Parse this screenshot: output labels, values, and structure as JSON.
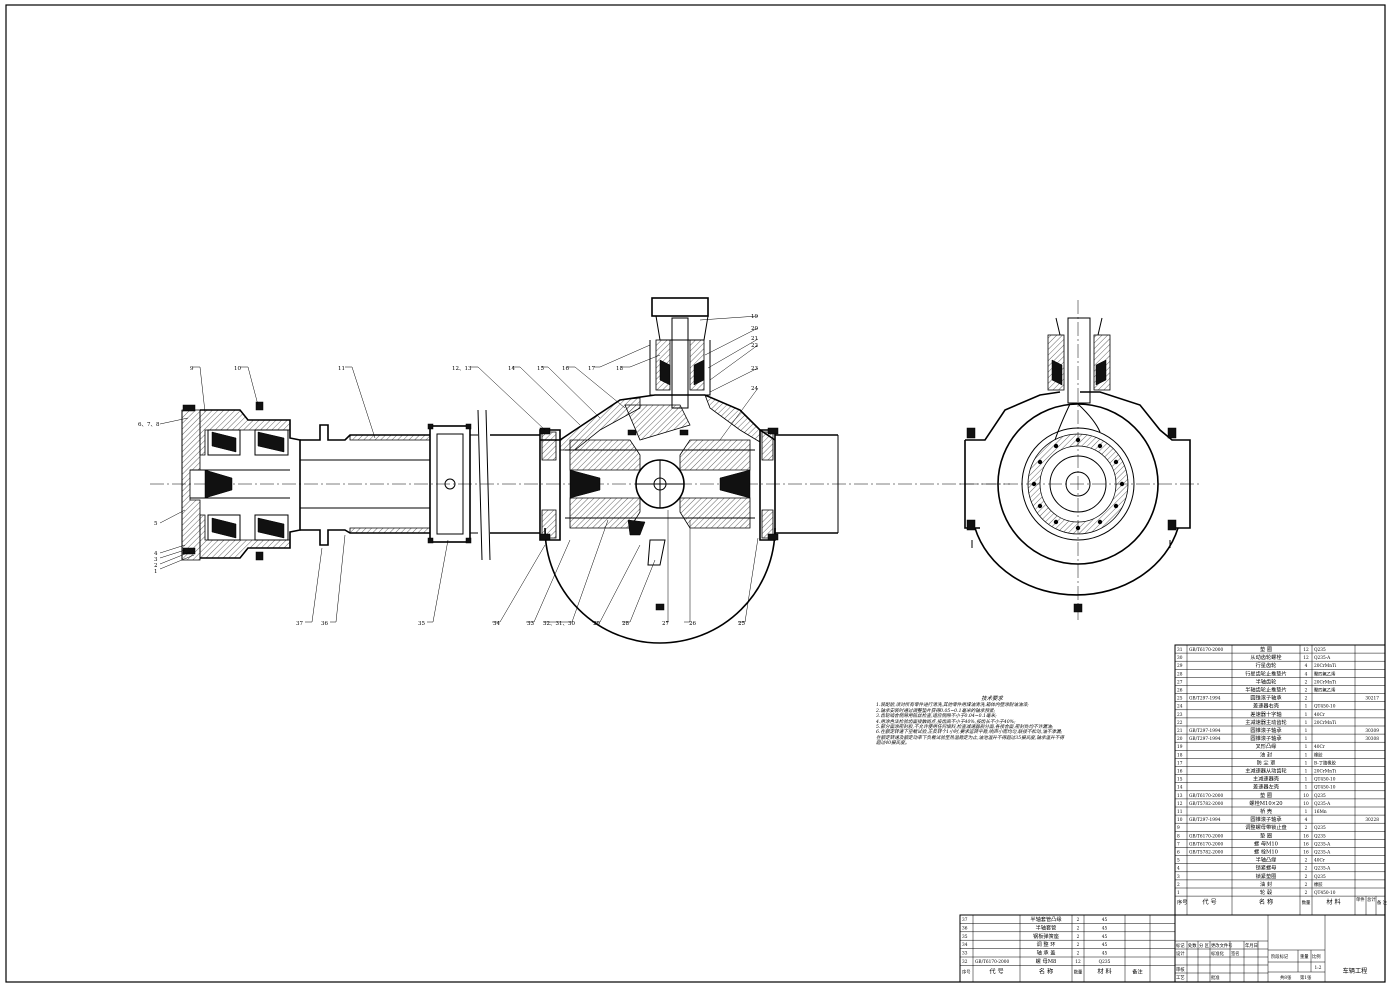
{
  "drawing": {
    "tech_title": "技术要求",
    "tech_lines": [
      "1.装配前,须对所有零件进行清洗,其他零件用煤油清洗,箱体内壁涂耐油油漆;",
      "2.轴承安装时通过调整垫片获得0.05~0.1毫米的轴承预紧;",
      "3.齿轮啮合侧隙用铅丝检查,适应侧隙不小于0.04~0.1毫米;",
      "4.用涂色法检验齿面接触斑点,按齿高不小于40%,按齿长不小于40%;",
      "5.部分面涂密封胶,不允许使用任何填料,检查减速器剖分面,各接合面,密封处均不许漏油;",
      "6.在额定转速下空载试验,正反转个1小时,要求运转平稳,响声小而均匀,联接不松动,油不渗漏;",
      "在额定转速及额定动率下负载试验至热温稳定为止,油池温升不得超过35摄氏度,轴承温升不得",
      "超过40摄氏度。"
    ],
    "balloons_left": [
      "6、7、8",
      "9",
      "10",
      "11",
      "5",
      "4",
      "3",
      "2",
      "1",
      "37",
      "36",
      "35"
    ],
    "balloons_center": [
      "12、13",
      "14",
      "15",
      "16",
      "17",
      "18",
      "19",
      "20",
      "21",
      "22",
      "23",
      "24",
      "34",
      "33",
      "32、31、30",
      "29",
      "28",
      "27",
      "26",
      "25"
    ],
    "bom_parts": [
      {
        "no": "31",
        "code": "GB/T6170-2000",
        "name": "垫 圈",
        "qty": "12",
        "mat": "Q235",
        "note": ""
      },
      {
        "no": "30",
        "code": "",
        "name": "从动齿轮螺栓",
        "qty": "12",
        "mat": "Q235-A",
        "note": ""
      },
      {
        "no": "29",
        "code": "",
        "name": "行星齿轮",
        "qty": "4",
        "mat": "20CrMnTi",
        "note": ""
      },
      {
        "no": "28",
        "code": "",
        "name": "行星齿轮止推垫片",
        "qty": "4",
        "mat": "聚四氟乙烯",
        "note": ""
      },
      {
        "no": "27",
        "code": "",
        "name": "半轴齿轮",
        "qty": "2",
        "mat": "20CrMnTi",
        "note": ""
      },
      {
        "no": "26",
        "code": "",
        "name": "半轴齿轮止推垫片",
        "qty": "2",
        "mat": "聚四氟乙烯",
        "note": ""
      },
      {
        "no": "25",
        "code": "GB/T297-1994",
        "name": "圆锥滚子轴承",
        "qty": "2",
        "mat": "",
        "note": "30217"
      },
      {
        "no": "24",
        "code": "",
        "name": "差速器右壳",
        "qty": "1",
        "mat": "QT450-10",
        "note": ""
      },
      {
        "no": "23",
        "code": "",
        "name": "差速器十字轴",
        "qty": "1",
        "mat": "40Cr",
        "note": ""
      },
      {
        "no": "22",
        "code": "",
        "name": "主减速器主动齿轮",
        "qty": "1",
        "mat": "20CrMnTi",
        "note": ""
      },
      {
        "no": "21",
        "code": "GB/T297-1994",
        "name": "圆锥滚子轴承",
        "qty": "1",
        "mat": "",
        "note": "30309"
      },
      {
        "no": "20",
        "code": "GB/T297-1994",
        "name": "圆锥滚子轴承",
        "qty": "1",
        "mat": "",
        "note": "30308"
      },
      {
        "no": "19",
        "code": "",
        "name": "叉形凸缘",
        "qty": "1",
        "mat": "40Cr",
        "note": ""
      },
      {
        "no": "18",
        "code": "",
        "name": "油 封",
        "qty": "1",
        "mat": "橡胶",
        "note": ""
      },
      {
        "no": "17",
        "code": "",
        "name": "防 尘 罩",
        "qty": "1",
        "mat": "B-丁腈橡胶",
        "note": ""
      },
      {
        "no": "16",
        "code": "",
        "name": "主减速器从动齿轮",
        "qty": "1",
        "mat": "20CrMnTi",
        "note": ""
      },
      {
        "no": "15",
        "code": "",
        "name": "主减速器壳",
        "qty": "1",
        "mat": "QT450-10",
        "note": ""
      },
      {
        "no": "14",
        "code": "",
        "name": "差速器左壳",
        "qty": "1",
        "mat": "QT450-10",
        "note": ""
      },
      {
        "no": "13",
        "code": "GB/T6170-2000",
        "name": "垫 圈",
        "qty": "10",
        "mat": "Q235",
        "note": ""
      },
      {
        "no": "12",
        "code": "GB/T5782-2000",
        "name": "螺栓M10×20",
        "qty": "10",
        "mat": "Q235-A",
        "note": ""
      },
      {
        "no": "11",
        "code": "",
        "name": "桥 壳",
        "qty": "1",
        "mat": "16Mn",
        "note": ""
      },
      {
        "no": "10",
        "code": "GB/T297-1994",
        "name": "圆锥滚子轴承",
        "qty": "4",
        "mat": "",
        "note": "30228"
      },
      {
        "no": "9",
        "code": "",
        "name": "调整螺母带锁止盘",
        "qty": "2",
        "mat": "Q235",
        "note": ""
      },
      {
        "no": "8",
        "code": "GB/T6170-2000",
        "name": "垫 圈",
        "qty": "16",
        "mat": "Q235",
        "note": ""
      },
      {
        "no": "7",
        "code": "GB/T6170-2000",
        "name": "螺 母M10",
        "qty": "16",
        "mat": "Q235-A",
        "note": ""
      },
      {
        "no": "6",
        "code": "GB/T5782-2000",
        "name": "螺 栓M10",
        "qty": "16",
        "mat": "Q235-A",
        "note": ""
      },
      {
        "no": "5",
        "code": "",
        "name": "半轴凸缘",
        "qty": "2",
        "mat": "40Cr",
        "note": ""
      },
      {
        "no": "4",
        "code": "",
        "name": "锁紧螺母",
        "qty": "2",
        "mat": "Q235-A",
        "note": ""
      },
      {
        "no": "3",
        "code": "",
        "name": "锁紧垫圈",
        "qty": "2",
        "mat": "Q235",
        "note": ""
      },
      {
        "no": "2",
        "code": "",
        "name": "油 封",
        "qty": "2",
        "mat": "橡胶",
        "note": ""
      },
      {
        "no": "1",
        "code": "",
        "name": "轮 毂",
        "qty": "2",
        "mat": "QT450-10",
        "note": ""
      }
    ],
    "bom_header": {
      "no": "序号",
      "code": "代 号",
      "name": "名 称",
      "qty": "数量",
      "mat": "材 料",
      "unit_w": "单件",
      "total_w": "总计",
      "note": "备 注"
    },
    "bom_lower": [
      {
        "no": "37",
        "code": "",
        "name": "半轴套管凸缘",
        "qty": "2",
        "mat": "45"
      },
      {
        "no": "36",
        "code": "",
        "name": "半轴套管",
        "qty": "2",
        "mat": "45"
      },
      {
        "no": "35",
        "code": "",
        "name": "钢板弹簧座",
        "qty": "2",
        "mat": "45"
      },
      {
        "no": "34",
        "code": "",
        "name": "调 整 环",
        "qty": "2",
        "mat": "45"
      },
      {
        "no": "33",
        "code": "",
        "name": "轴 承 盖",
        "qty": "2",
        "mat": "45"
      },
      {
        "no": "32",
        "code": "GB/T6170-2000",
        "name": "螺 母M8",
        "qty": "12",
        "mat": "Q235"
      }
    ],
    "lower_header": {
      "no": "序号",
      "code": "代 号",
      "name": "名 称",
      "qty": "数量",
      "mat": "材 料",
      "note": "备注"
    },
    "title_block": {
      "mark": "标记",
      "count": "处数",
      "zone": "分 区",
      "change_no": "更改文件号",
      "sign": "签名",
      "date": "年月日",
      "design": "设计",
      "standard": "标准化",
      "review": "审核",
      "process": "工艺",
      "approve": "批准",
      "stage": "阶段标记",
      "weight": "重量",
      "scale": "比例",
      "scale_val": "1:2",
      "sheets": "共8张",
      "sheet_no": "第1张",
      "school": "车辆工程"
    }
  }
}
